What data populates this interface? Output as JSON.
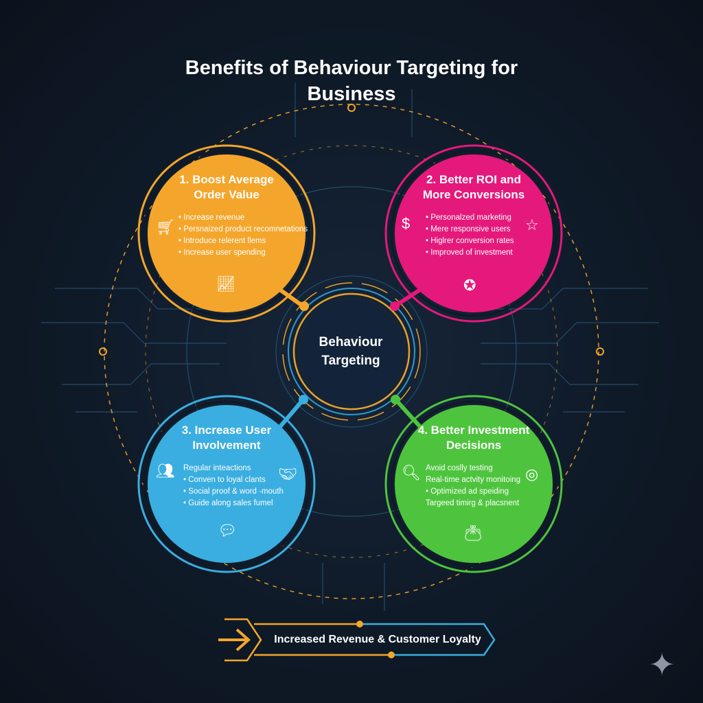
{
  "title": {
    "line1": "Benefits of Behaviour Targeting for",
    "line2": "Business"
  },
  "center": {
    "line1": "Behaviour",
    "line2": "Targeting"
  },
  "colors": {
    "orange": "#f4a62c",
    "pink": "#e5197b",
    "blue": "#3aaee0",
    "green": "#4ec43e",
    "background": "#0f1a28"
  },
  "benefits": [
    {
      "title1": "1. Boost Average",
      "title2": "Order Value",
      "items": [
        "• Increase revenue",
        "• Persnaized product recomnetations",
        "• Introduce relerent llems",
        "• Increase user spending"
      ],
      "icons": [
        "shopping-cart-icon",
        "growth-chart-icon"
      ]
    },
    {
      "title1": "2. Better ROI and",
      "title2": "More Conversions",
      "items": [
        "• Personalzed marketing",
        "• Mere responsive users",
        "• Higlrer conversion rates",
        "• Improved of investment"
      ],
      "icons": [
        "dollar-cycle-icon",
        "star-icon",
        "star-badge-icon"
      ]
    },
    {
      "title1": "3. Increase User",
      "title2": "Involvement",
      "items": [
        "Regular inteactions",
        "• Conven to loyal clants",
        "• Social proof & word -mouth",
        "• Guide along sales fumel"
      ],
      "icons": [
        "users-group-icon",
        "handshake-icon",
        "chat-bubble-icon"
      ]
    },
    {
      "title1": "4. Better Investment",
      "title2": "Decisions",
      "items": [
        "Avoid coslly testing",
        "Real-time actvity monitoing",
        "• Optimized ad speiding",
        "Targeed timirg & placsnent"
      ],
      "icons": [
        "magnifier-icon",
        "target-icon",
        "wallet-icon"
      ]
    }
  ],
  "banner": {
    "label": "Increased Revenue & Customer Loyalty"
  }
}
